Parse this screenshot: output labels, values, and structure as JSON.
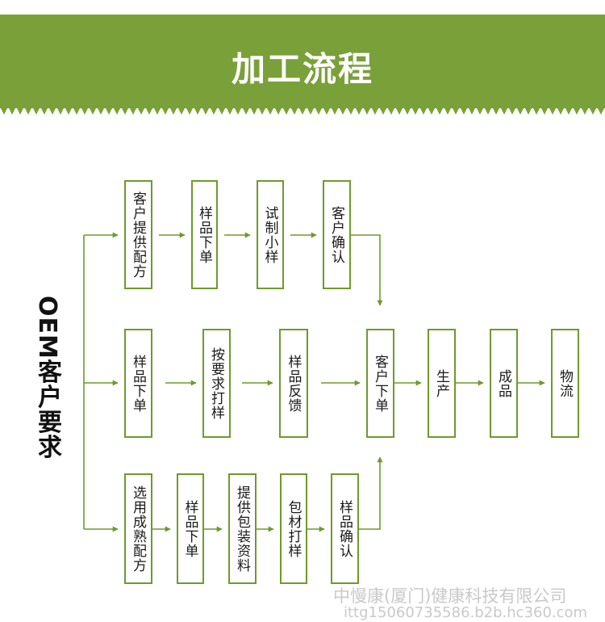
{
  "title": "加工流程",
  "side_label": "OEM客户要求",
  "colors": {
    "banner": "#7aa03a",
    "line": "#6e9a2c",
    "box_border": "#6e9a2c"
  },
  "rows": [
    {
      "name": "top",
      "steps": [
        "客户提供配方",
        "样品下单",
        "试制小样",
        "客户确认"
      ]
    },
    {
      "name": "middle",
      "steps": [
        "样品下单",
        "按要求打样",
        "样品反馈"
      ]
    },
    {
      "name": "bottom",
      "steps": [
        "选用成熟配方",
        "样品下单",
        "提供包装资料",
        "包材打样",
        "样品确认"
      ]
    }
  ],
  "final_steps": [
    "客户下单",
    "生产",
    "成品",
    "物流"
  ],
  "watermark": {
    "company": "中慢康(厦门)健康科技有限公司",
    "url": "ittg15060735586.b2b.hc360.com"
  }
}
